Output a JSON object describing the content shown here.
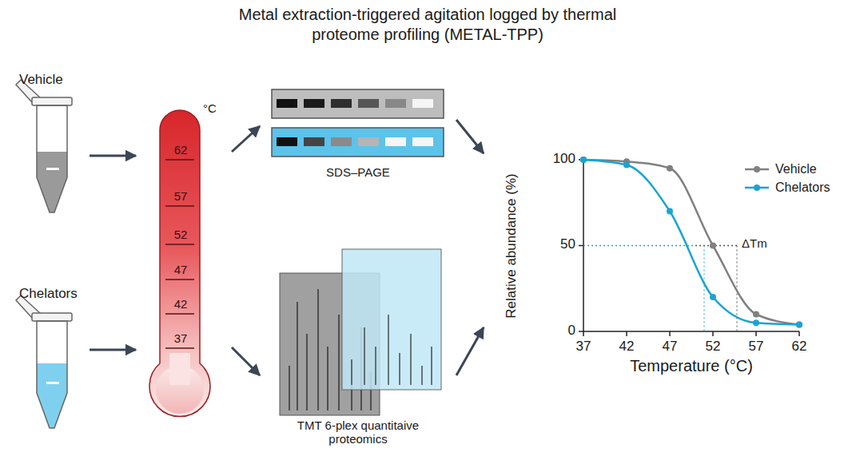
{
  "diagram": {
    "title": "Metal extraction-triggered agitation logged by thermal proteome profiling (METAL-TPP)",
    "nodes": [
      {
        "text": [
          "Vehicle"
        ]
      },
      {
        "text": [
          "Chelators"
        ]
      },
      {
        "text": [
          "°C"
        ]
      },
      {
        "text": [
          "SDS–PAGE"
        ]
      },
      {
        "text": [
          "TMT 6-plex quantitaive proteomics"
        ]
      },
      {
        "text": [
          "Relative abundance (%)",
          "Temperature (°C)"
        ]
      }
    ],
    "edges": [
      {
        "from": 0,
        "to": 2,
        "arrow": "to"
      },
      {
        "from": 1,
        "to": 2,
        "arrow": "to"
      },
      {
        "from": 2,
        "to": 3,
        "arrow": "to"
      },
      {
        "from": 2,
        "to": 4,
        "arrow": "to"
      },
      {
        "from": 3,
        "to": 5,
        "arrow": "to"
      },
      {
        "from": 4,
        "to": 5,
        "arrow": "to"
      }
    ],
    "labels": [
      "62",
      "57",
      "52",
      "47",
      "42",
      "37",
      "100",
      "50",
      "0",
      "37",
      "42",
      "47",
      "52",
      "57",
      "62",
      "ΔTm"
    ],
    "legend": [
      {
        "text": "Vehicle",
        "color": "#808080"
      },
      {
        "text": "Chelators",
        "color": "#1ba3d3"
      }
    ]
  }
}
